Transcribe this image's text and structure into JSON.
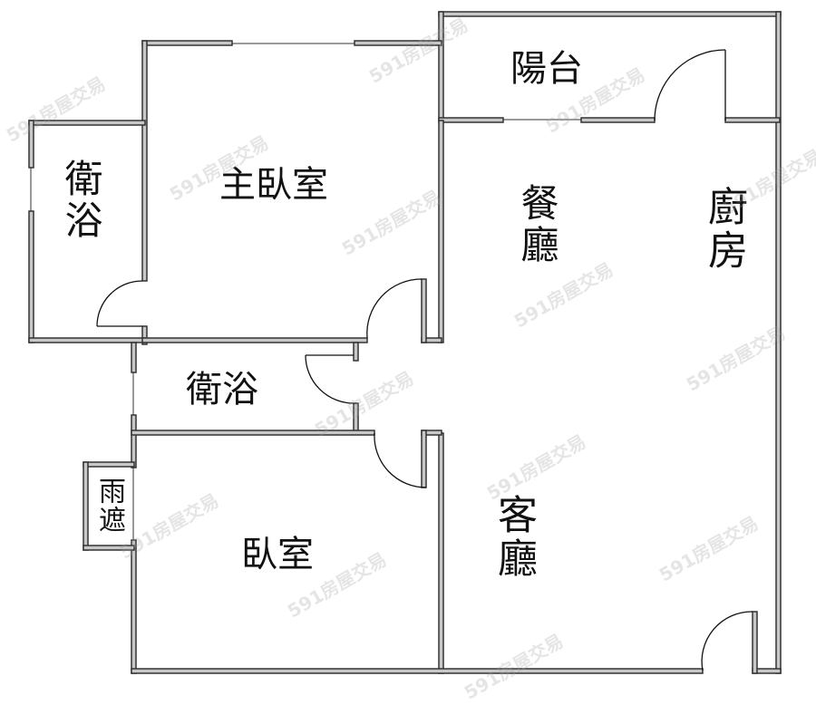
{
  "rooms": {
    "balcony": {
      "label": "陽台"
    },
    "master_bedroom": {
      "label": "主臥室"
    },
    "master_bath": {
      "label": "衛浴"
    },
    "dining_room": {
      "label": "餐廳"
    },
    "kitchen": {
      "label": "廚房"
    },
    "second_bath": {
      "label": "衛浴"
    },
    "bedroom": {
      "label": "臥室"
    },
    "rain_shelter": {
      "label": "雨遮"
    },
    "living_room": {
      "label": "客廳"
    }
  },
  "watermark": {
    "text": "591房屋交易"
  },
  "colors": {
    "wall_outline": "#333333",
    "wall_fill": "#c8c8c8",
    "text": "#111111",
    "background": "#ffffff"
  }
}
